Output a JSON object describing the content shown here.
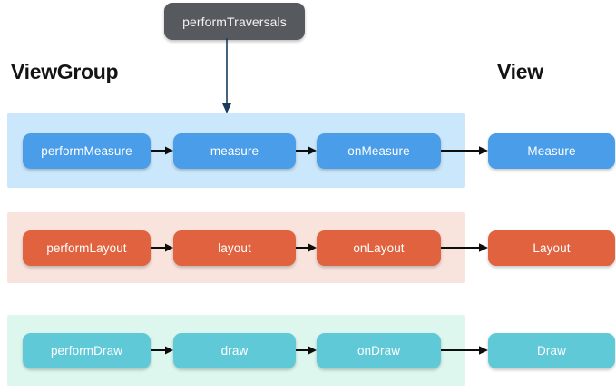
{
  "diagram": {
    "title_node": {
      "label": "performTraversals",
      "color": "#565a5e"
    },
    "side_labels": {
      "left": "ViewGroup",
      "right": "View"
    },
    "rows": [
      {
        "id": "measure",
        "panel_color": "#cbe7fb",
        "node_color": "#4a9de8",
        "nodes": [
          {
            "label": "performMeasure"
          },
          {
            "label": "measure"
          },
          {
            "label": "onMeasure"
          },
          {
            "label": "Measure"
          }
        ]
      },
      {
        "id": "layout",
        "panel_color": "#f8e3dd",
        "node_color": "#e0623e",
        "nodes": [
          {
            "label": "performLayout"
          },
          {
            "label": "layout"
          },
          {
            "label": "onLayout"
          },
          {
            "label": "Layout"
          }
        ]
      },
      {
        "id": "draw",
        "panel_color": "#ddf7ee",
        "node_color": "#5fc9d8",
        "nodes": [
          {
            "label": "performDraw"
          },
          {
            "label": "draw"
          },
          {
            "label": "onDraw"
          },
          {
            "label": "Draw"
          }
        ]
      }
    ],
    "connectors": {
      "down_arrow_color": "#1b3b5c",
      "flow_arrow_color": "#0d0d0d"
    }
  }
}
